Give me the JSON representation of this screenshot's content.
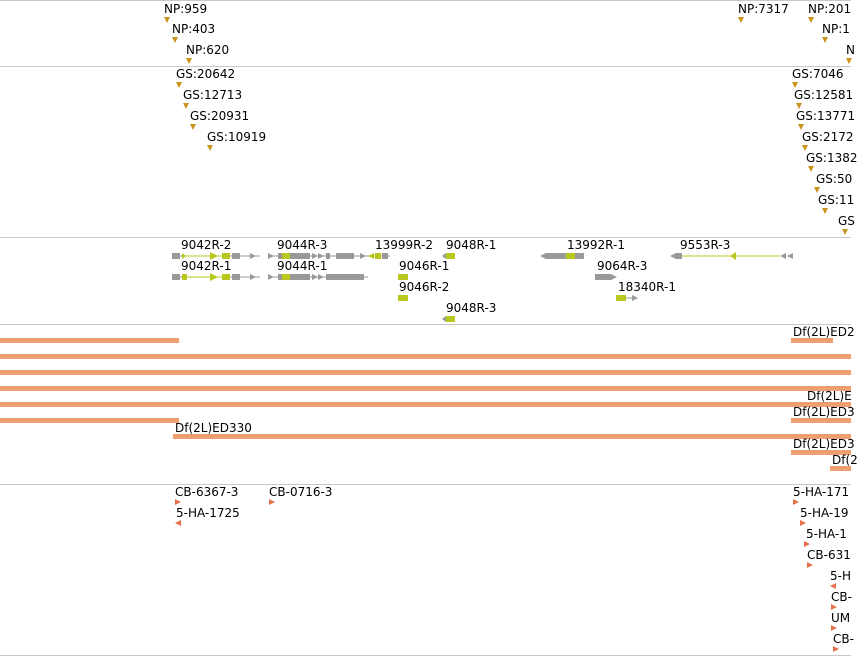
{
  "np_track": {
    "labels": [
      "NP:959",
      "NP:403",
      "NP:620",
      "NP:7317",
      "NP:201"
    ]
  },
  "gs_track": {
    "labels": [
      "GS:20642",
      "GS:12713",
      "GS:20931",
      "GS:10919",
      "GS:7046",
      "GS:12581",
      "GS:13771",
      "GS:2172",
      "GS:1382",
      "GS:50",
      "GS:11",
      "GS"
    ]
  },
  "gene_track": {
    "labels": [
      "9042R-2",
      "9042R-1",
      "9044R-3",
      "9044R-1",
      "13999R-2",
      "9046R-1",
      "9046R-2",
      "9048R-1",
      "9048R-3",
      "13992R-1",
      "9064R-3",
      "18340R-1",
      "9553R-3"
    ]
  },
  "deficiency_track": {
    "labels": [
      "Df(2L)ED2",
      "Df(2L)E",
      "Df(2L)ED3",
      "Df(2L)ED330",
      "Df(2L)ED3",
      "Df(2"
    ]
  },
  "insertion_track": {
    "labels": [
      "CB-6367-3",
      "CB-0716-3",
      "5-HA-1725",
      "5-HA-171",
      "5-HA-19",
      "5-HA-1",
      "CB-631",
      "5-H",
      "CB-",
      "UM",
      "CB-"
    ]
  },
  "colors": {
    "np": "#c8941e",
    "gene_gray": "#999999",
    "gene_green": "#b8c81e",
    "deficiency": "#f0a070",
    "insertion": "#e8704a"
  }
}
